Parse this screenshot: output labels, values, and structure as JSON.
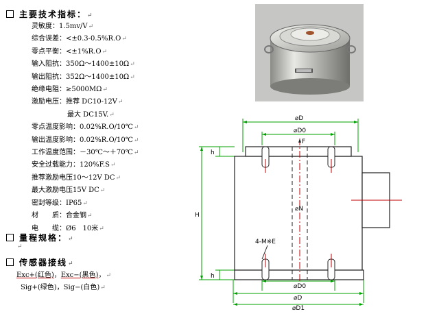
{
  "sections": {
    "main_specs": {
      "title": "主要技术指标：",
      "mark": "↵"
    },
    "range": {
      "title": "量程规格：",
      "mark": "↵"
    },
    "wiring": {
      "title": "传感器接线",
      "mark": "↵"
    }
  },
  "specs": [
    {
      "label": "灵敏度：",
      "value": "1.5mv/V"
    },
    {
      "label": "综合误差：",
      "value": "<±0.3-0.5%R.O"
    },
    {
      "label": "零点平衡：",
      "value": "<±1%R.O"
    },
    {
      "label": "输入阻抗：",
      "value": "350Ω～1400±10Ω"
    },
    {
      "label": "输出阻抗：",
      "value": "352Ω～1400±10Ω"
    },
    {
      "label": "绝缘电阻：",
      "value": "≥5000MΩ"
    },
    {
      "label": "激励电压：",
      "value": "推荐 DC10-12V"
    },
    {
      "label": "",
      "value": "最大 DC15V."
    },
    {
      "label": "零点温度影响：",
      "value": "0.02%R.O/10℃"
    },
    {
      "label": "输出温度影响：",
      "value": "0.02%R.O/10℃"
    },
    {
      "label": "工作温度范围：",
      "value": "－30℃～＋70℃"
    },
    {
      "label": "安全过载能力：",
      "value": "120%F.S"
    },
    {
      "label": "推荐激励电压",
      "value": "10～12V DC"
    },
    {
      "label": "最大激励电压",
      "value": "15V DC"
    },
    {
      "label": "密封等级：",
      "value": "IP65"
    },
    {
      "label": "材　　质：",
      "value": "合金钢"
    },
    {
      "label": "电　　缆：",
      "value": "Ø6　10米"
    }
  ],
  "mark": "↵",
  "wiring": {
    "exc_pos": "Exc+(红色)",
    "exc_neg": "Exc−(黑色)",
    "sig_pos": "Sig+(绿色)",
    "sig_neg": "Sig−(白色)",
    "sep": "，"
  },
  "drawing": {
    "phi_d_top": "⌀D",
    "phi_d0_top": "⌀D0",
    "load": "F",
    "h_label": "h",
    "h_total": "H",
    "phi_center": "⌀N",
    "thread": "4-M※E",
    "phi_d0_bottom": "⌀D0",
    "phi_d_bottom": "⌀D",
    "phi_d1": "⌀D1",
    "colors": {
      "dim_line": "#00a000",
      "part": "#202020",
      "center": "#c00000",
      "photo_bg": "#c8c8c8"
    }
  },
  "photo": {
    "icon": "load-cell-photo"
  }
}
